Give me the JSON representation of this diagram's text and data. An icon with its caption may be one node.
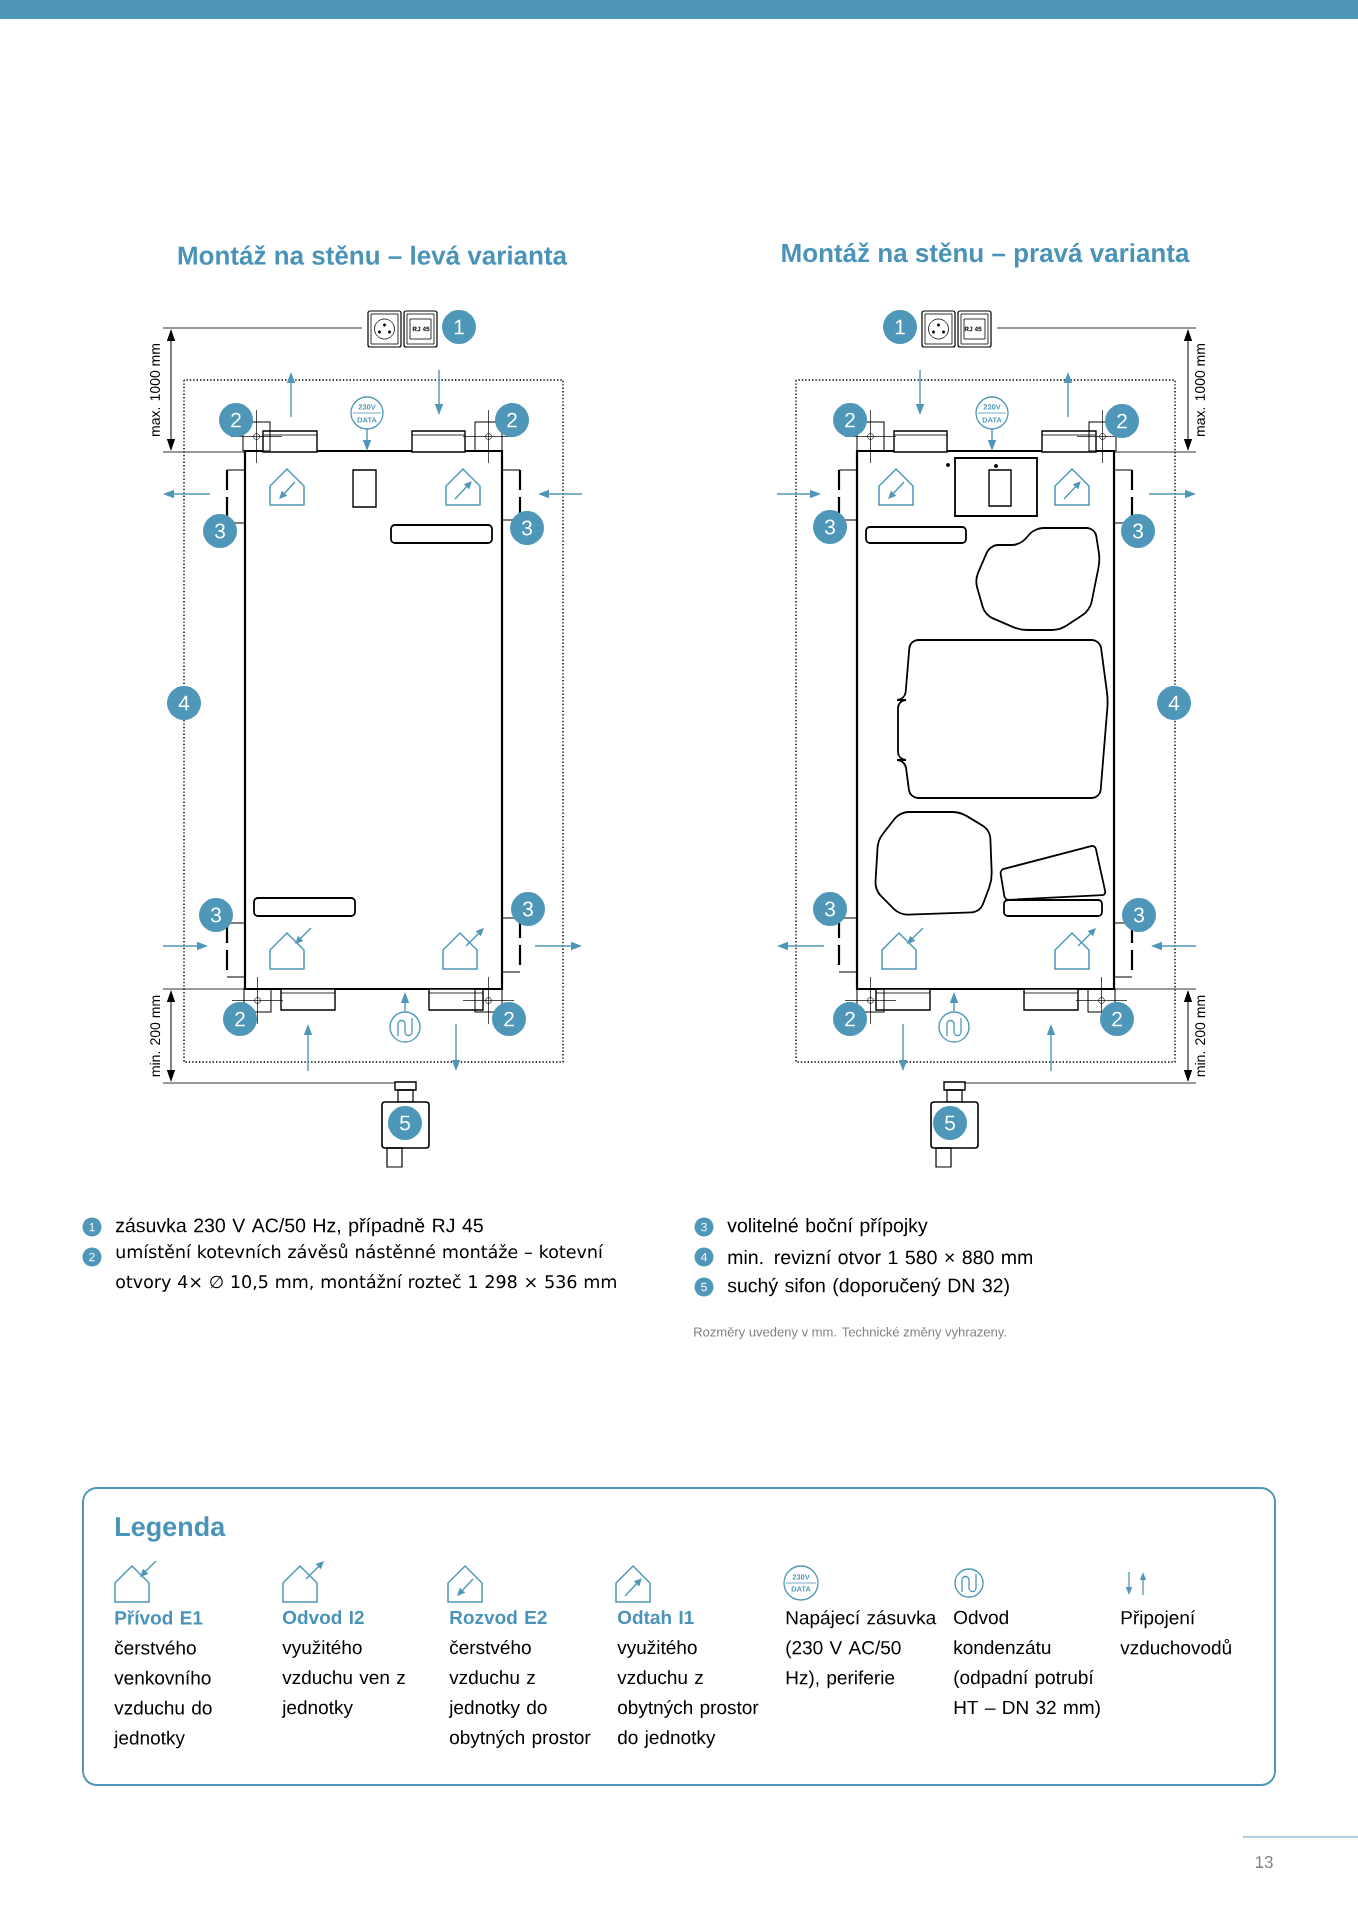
{
  "diagram": {
    "labels": [
      "Montáž na stěnu – levá varianta",
      "Montáž na stěnu – pravá varianta",
      "RJ 45",
      "1",
      "max. 1000 mm",
      "2",
      "230V",
      "DATA",
      "2",
      "3",
      "3",
      "4",
      "3",
      "3",
      "2",
      "2",
      "min. 200 mm",
      "5",
      "1",
      "RJ 45",
      "max. 1000 mm",
      "2",
      "230V",
      "DATA",
      "2",
      "3",
      "3",
      "4",
      "3",
      "3",
      "2",
      "2",
      "min. 200 mm",
      "5",
      "1",
      "zásuvka 230 V AC/50 Hz, případně RJ 45",
      "2",
      "umístění kotevních závěsů nástěnné montáže – kotevní otvory 4× ∅ 10,5 mm, montážní rozteč 1 298 × 536 mm",
      "3",
      "volitelné boční přípojky",
      "4",
      "min. revizní otvor 1 580 × 880 mm",
      "5",
      "suchý sifon (doporučený DN 32)",
      "Rozměry uvedeny v mm. Technické změny vyhrazeny.",
      "Legenda",
      "230V",
      "DATA",
      "13"
    ],
    "legend": [
      {
        "text": "**Přívod E1** čerstvého venkovního vzduchu do jednotky"
      },
      {
        "text": "**Odvod I2** využitého vzduchu ven z jednotky"
      },
      {
        "text": "**Rozvod E2** čerstvého vzduchu z jednotky do obytných prostor"
      },
      {
        "text": "**Odtah I1** využitého vzduchu z obytných prostor do jednotky"
      },
      {
        "text": "Napájecí zásuvka (230 V AC/50 Hz), periferie"
      },
      {
        "text": "Odvod kondenzátu (odpadní potrubí HT – DN 32 mm)"
      },
      {
        "text": "Připojení vzduchovodů"
      }
    ]
  }
}
